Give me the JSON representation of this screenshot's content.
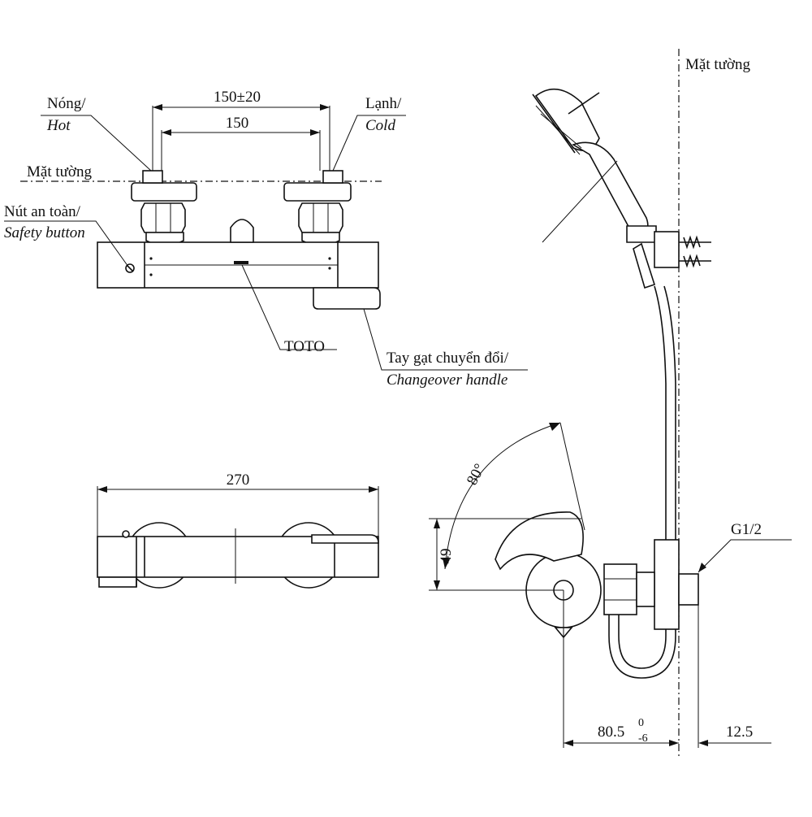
{
  "labels": {
    "hot_vi": "Nóng/",
    "hot_en": "Hot",
    "cold_vi": "Lạnh/",
    "cold_en": "Cold",
    "wall_left": "Mặt tường",
    "wall_right": "Mặt tường",
    "safety_vi": "Nút an toàn/",
    "safety_en": "Safety button",
    "toto": "TOTO",
    "handle_vi": "Tay gạt chuyển đổi/",
    "handle_en": "Changeover handle",
    "thread": "G1/2"
  },
  "dimensions": {
    "spacing_range": "150±20",
    "spacing": "150",
    "length": "270",
    "height": "49",
    "angle": "80°",
    "depth_main": "80.5",
    "depth_sup": "0",
    "depth_sub": "-6",
    "wall_offset": "12.5"
  }
}
